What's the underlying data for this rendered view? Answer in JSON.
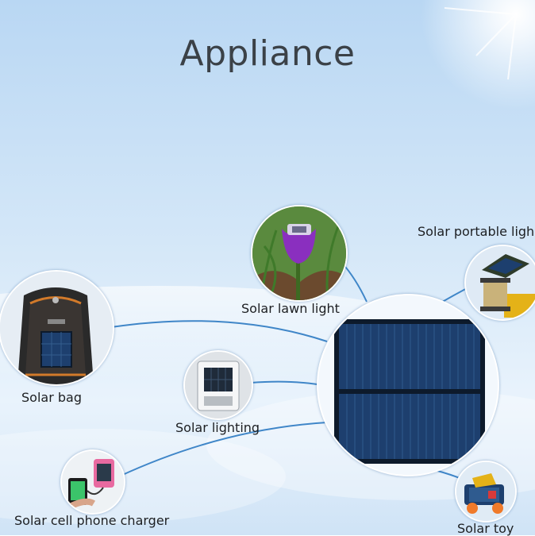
{
  "title": "Appliance",
  "labels": {
    "lawn_light": "Solar lawn light",
    "portable_light": "Solar portable ligh",
    "bag": "Solar bag",
    "lighting": "Solar lighting",
    "phone_charger": "Solar cell phone charger",
    "toy": "Solar toy"
  },
  "colors": {
    "connector": "#3f86c8",
    "panel_cell": "#1d3f6e",
    "panel_frame": "#0d1a2b"
  },
  "icons": [
    "backpack-with-panel",
    "tulip-lawn-light",
    "wall-light",
    "phone-charger",
    "portable-lantern",
    "toy-car",
    "solar-panel"
  ]
}
